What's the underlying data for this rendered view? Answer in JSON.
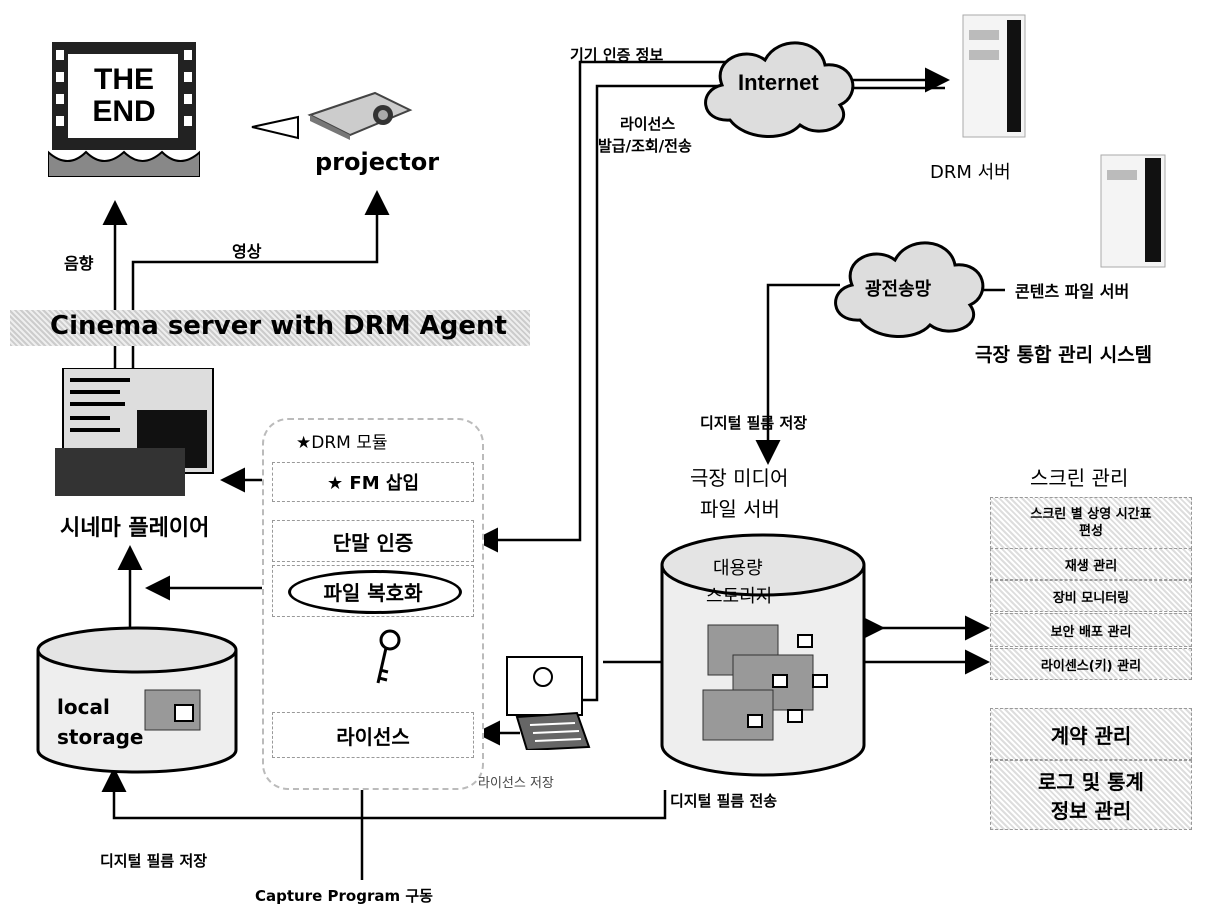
{
  "screen_text": "THE END",
  "projector": "projector",
  "audio": "음향",
  "video": "영상",
  "cinema_server": "Cinema server with DRM Agent",
  "cinema_player": "시네마 플레이어",
  "local_storage_1": "local",
  "local_storage_2": "storage",
  "drm_module": {
    "title": "★DRM 모듈",
    "fm_insert": "★ FM 삽입",
    "terminal_auth": "단말 인증",
    "file_decrypt": "파일 복호화",
    "license": "라이선스"
  },
  "license_storage": "라이선스 저장",
  "digital_film_store_bottom": "디지털 필름 저장",
  "capture_program": "Capture Program 구동",
  "device_auth_info": "기기 인증 정보",
  "internet": "Internet",
  "license_issue_1": "라이선스",
  "license_issue_2": "발급/조회/전송",
  "drm_server": "DRM 서버",
  "content_file_server": "콘텐츠 파일 서버",
  "optical_network": "광전송망",
  "digital_film_store_mid": "디지털 필름 저장",
  "theater_system": "극장 통합 관리 시스템",
  "media_server_1": "극장 미디어",
  "media_server_2": "파일 서버",
  "mass_storage_1": "대용량",
  "mass_storage_2": "스토리지",
  "digital_film_transfer": "디지털 필름 전송",
  "screen_mgmt": {
    "title": "스크린 관리",
    "items": [
      "스크린 별 상영 시간표 편성",
      "재생 관리",
      "장비 모니터링",
      "보안 배포 관리",
      "라이센스(키) 관리"
    ]
  },
  "contract_mgmt": "계약 관리",
  "log_stats_1": "로그 및 통계",
  "log_stats_2": "정보 관리"
}
